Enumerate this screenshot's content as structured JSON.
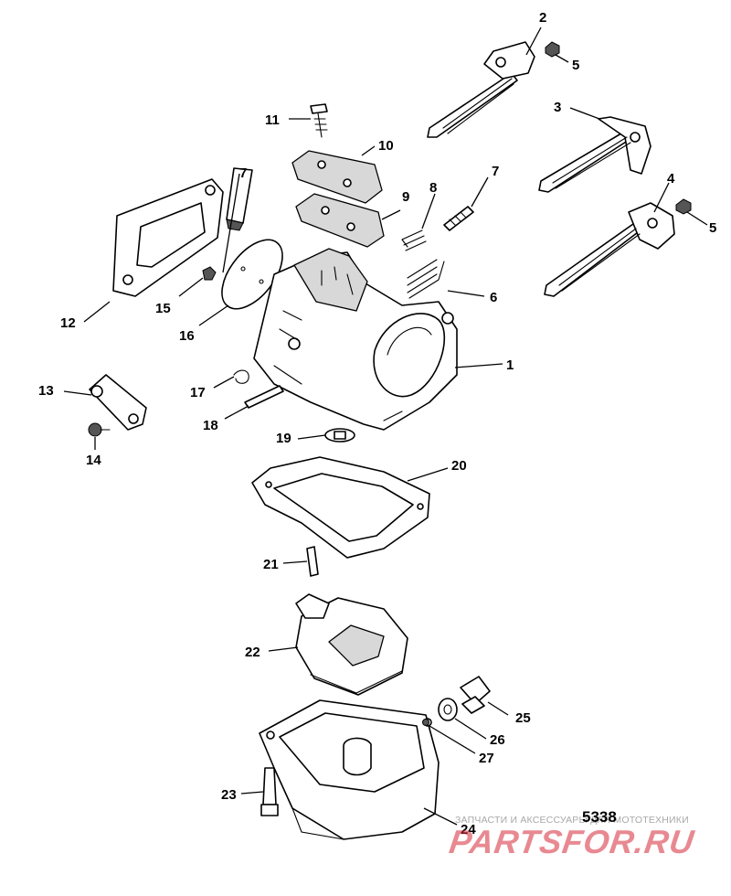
{
  "figure_number": "5338",
  "watermark": {
    "tagline": "ЗАПЧАСТИ И АКСЕССУАРЫ ДЛЯ МОТОТЕХНИКИ",
    "logo": "PARTSFOR.RU"
  },
  "callouts": [
    "1",
    "2",
    "3",
    "4",
    "5",
    "5",
    "6",
    "7",
    "7",
    "8",
    "9",
    "10",
    "11",
    "12",
    "13",
    "14",
    "15",
    "16",
    "17",
    "18",
    "19",
    "20",
    "21",
    "22",
    "23",
    "24",
    "25",
    "26",
    "27"
  ]
}
